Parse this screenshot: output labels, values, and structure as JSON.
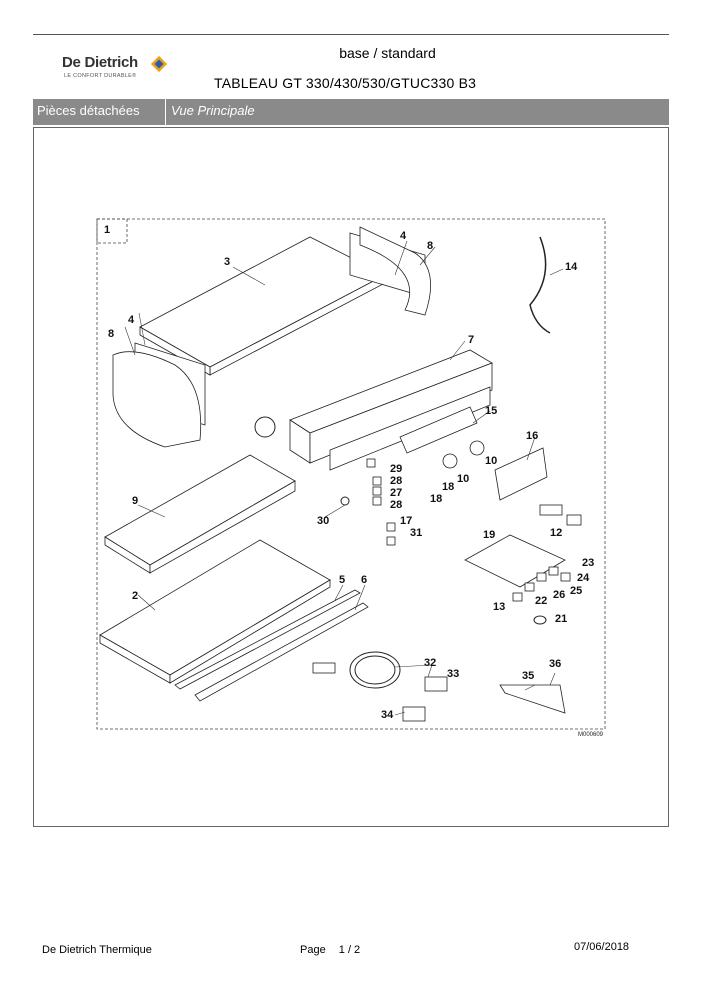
{
  "header": {
    "brand": "De Dietrich",
    "brand_tagline": "LE CONFORT DURABLE®",
    "subtitle": "base / standard",
    "title": "TABLEAU GT 330/430/530/GTUC330  B3"
  },
  "section_bar": {
    "category": "Pièces détachées",
    "view": "Vue Principale"
  },
  "diagram": {
    "group_number": "1",
    "code": "M000609",
    "callouts": [
      "3",
      "4",
      "8",
      "14",
      "8",
      "4",
      "7",
      "15",
      "16",
      "29",
      "28",
      "27",
      "28",
      "17",
      "31",
      "10",
      "10",
      "18",
      "18",
      "9",
      "30",
      "19",
      "23",
      "24",
      "25",
      "26",
      "22",
      "13",
      "21",
      "12",
      "2",
      "5",
      "6",
      "32",
      "33",
      "34",
      "35",
      "36"
    ]
  },
  "footer": {
    "company": "De Dietrich Thermique",
    "page_label": "Page",
    "page_value": "1  /  2",
    "date": "07/06/2018"
  }
}
